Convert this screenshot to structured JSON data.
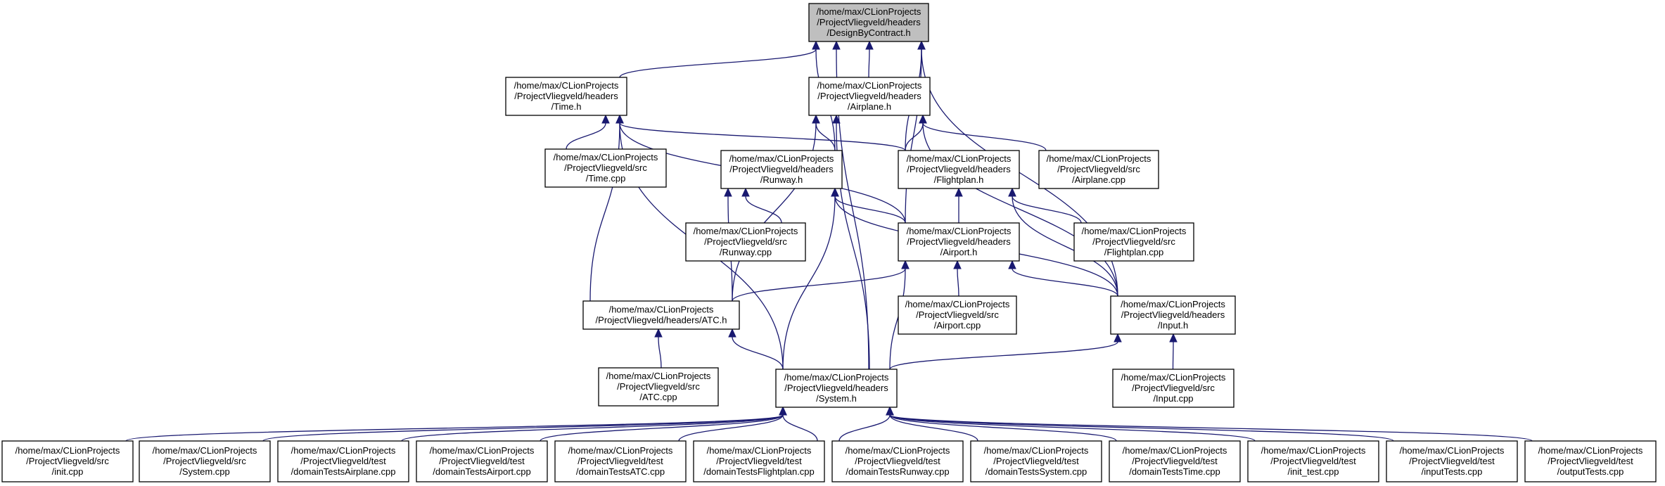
{
  "graph": {
    "edge_color": "#191970",
    "root_fill": "#bfbfbf",
    "node_fill": "#ffffff",
    "nodes": [
      {
        "id": "dbc",
        "lines": [
          "/home/max/CLionProjects",
          "/ProjectVliegveld/headers",
          "/DesignByContract.h"
        ],
        "highlight": true
      },
      {
        "id": "time_h",
        "lines": [
          "/home/max/CLionProjects",
          "/ProjectVliegveld/headers",
          "/Time.h"
        ]
      },
      {
        "id": "airplane_h",
        "lines": [
          "/home/max/CLionProjects",
          "/ProjectVliegveld/headers",
          "/Airplane.h"
        ]
      },
      {
        "id": "time_cpp",
        "lines": [
          "/home/max/CLionProjects",
          "/ProjectVliegveld/src",
          "/Time.cpp"
        ]
      },
      {
        "id": "runway_h",
        "lines": [
          "/home/max/CLionProjects",
          "/ProjectVliegveld/headers",
          "/Runway.h"
        ]
      },
      {
        "id": "flightplan_h",
        "lines": [
          "/home/max/CLionProjects",
          "/ProjectVliegveld/headers",
          "/Flightplan.h"
        ]
      },
      {
        "id": "airplane_cpp",
        "lines": [
          "/home/max/CLionProjects",
          "/ProjectVliegveld/src",
          "/Airplane.cpp"
        ]
      },
      {
        "id": "runway_cpp",
        "lines": [
          "/home/max/CLionProjects",
          "/ProjectVliegveld/src",
          "/Runway.cpp"
        ]
      },
      {
        "id": "airport_h",
        "lines": [
          "/home/max/CLionProjects",
          "/ProjectVliegveld/headers",
          "/Airport.h"
        ]
      },
      {
        "id": "flightplan_cpp",
        "lines": [
          "/home/max/CLionProjects",
          "/ProjectVliegveld/src",
          "/Flightplan.cpp"
        ]
      },
      {
        "id": "atc_h",
        "lines": [
          "/home/max/CLionProjects",
          "/ProjectVliegveld/headers/ATC.h"
        ]
      },
      {
        "id": "airport_cpp",
        "lines": [
          "/home/max/CLionProjects",
          "/ProjectVliegveld/src",
          "/Airport.cpp"
        ]
      },
      {
        "id": "input_h",
        "lines": [
          "/home/max/CLionProjects",
          "/ProjectVliegveld/headers",
          "/Input.h"
        ]
      },
      {
        "id": "atc_cpp",
        "lines": [
          "/home/max/CLionProjects",
          "/ProjectVliegveld/src",
          "/ATC.cpp"
        ]
      },
      {
        "id": "system_h",
        "lines": [
          "/home/max/CLionProjects",
          "/ProjectVliegveld/headers",
          "/System.h"
        ]
      },
      {
        "id": "input_cpp",
        "lines": [
          "/home/max/CLionProjects",
          "/ProjectVliegveld/src",
          "/Input.cpp"
        ]
      },
      {
        "id": "init_cpp",
        "lines": [
          "/home/max/CLionProjects",
          "/ProjectVliegveld/src",
          "/init.cpp"
        ]
      },
      {
        "id": "system_cpp",
        "lines": [
          "/home/max/CLionProjects",
          "/ProjectVliegveld/src",
          "/System.cpp"
        ]
      },
      {
        "id": "dt_airplane",
        "lines": [
          "/home/max/CLionProjects",
          "/ProjectVliegveld/test",
          "/domainTestsAirplane.cpp"
        ]
      },
      {
        "id": "dt_airport",
        "lines": [
          "/home/max/CLionProjects",
          "/ProjectVliegveld/test",
          "/domainTestsAirport.cpp"
        ]
      },
      {
        "id": "dt_atc",
        "lines": [
          "/home/max/CLionProjects",
          "/ProjectVliegveld/test",
          "/domainTestsATC.cpp"
        ]
      },
      {
        "id": "dt_flightplan",
        "lines": [
          "/home/max/CLionProjects",
          "/ProjectVliegveld/test",
          "/domainTestsFlightplan.cpp"
        ]
      },
      {
        "id": "dt_runway",
        "lines": [
          "/home/max/CLionProjects",
          "/ProjectVliegveld/test",
          "/domainTestsRunway.cpp"
        ]
      },
      {
        "id": "dt_system",
        "lines": [
          "/home/max/CLionProjects",
          "/ProjectVliegveld/test",
          "/domainTestsSystem.cpp"
        ]
      },
      {
        "id": "dt_time",
        "lines": [
          "/home/max/CLionProjects",
          "/ProjectVliegveld/test",
          "/domainTestsTime.cpp"
        ]
      },
      {
        "id": "init_test",
        "lines": [
          "/home/max/CLionProjects",
          "/ProjectVliegveld/test",
          "/init_test.cpp"
        ]
      },
      {
        "id": "input_tests",
        "lines": [
          "/home/max/CLionProjects",
          "/ProjectVliegveld/test",
          "/inputTests.cpp"
        ]
      },
      {
        "id": "output_tests",
        "lines": [
          "/home/max/CLionProjects",
          "/ProjectVliegveld/test",
          "/outputTests.cpp"
        ]
      }
    ],
    "edges": [
      {
        "from": "time_h",
        "to": "dbc"
      },
      {
        "from": "airplane_h",
        "to": "dbc"
      },
      {
        "from": "runway_h",
        "to": "dbc"
      },
      {
        "from": "flightplan_h",
        "to": "dbc"
      },
      {
        "from": "airport_h",
        "to": "dbc"
      },
      {
        "from": "input_h",
        "to": "dbc"
      },
      {
        "from": "system_h",
        "to": "dbc"
      },
      {
        "from": "time_cpp",
        "to": "time_h"
      },
      {
        "from": "flightplan_h",
        "to": "time_h"
      },
      {
        "from": "airport_h",
        "to": "time_h"
      },
      {
        "from": "atc_h",
        "to": "time_h"
      },
      {
        "from": "system_h",
        "to": "time_h"
      },
      {
        "from": "runway_h",
        "to": "airplane_h"
      },
      {
        "from": "flightplan_h",
        "to": "airplane_h"
      },
      {
        "from": "airplane_cpp",
        "to": "airplane_h"
      },
      {
        "from": "atc_h",
        "to": "airplane_h"
      },
      {
        "from": "system_h",
        "to": "airplane_h"
      },
      {
        "from": "input_h",
        "to": "airplane_h"
      },
      {
        "from": "runway_cpp",
        "to": "runway_h"
      },
      {
        "from": "airport_h",
        "to": "runway_h"
      },
      {
        "from": "atc_h",
        "to": "runway_h"
      },
      {
        "from": "system_h",
        "to": "runway_h"
      },
      {
        "from": "input_h",
        "to": "runway_h"
      },
      {
        "from": "airport_h",
        "to": "flightplan_h"
      },
      {
        "from": "flightplan_cpp",
        "to": "flightplan_h"
      },
      {
        "from": "input_h",
        "to": "flightplan_h"
      },
      {
        "from": "atc_h",
        "to": "airport_h"
      },
      {
        "from": "airport_cpp",
        "to": "airport_h"
      },
      {
        "from": "input_h",
        "to": "airport_h"
      },
      {
        "from": "system_h",
        "to": "airport_h"
      },
      {
        "from": "atc_cpp",
        "to": "atc_h"
      },
      {
        "from": "system_h",
        "to": "atc_h"
      },
      {
        "from": "system_h",
        "to": "input_h"
      },
      {
        "from": "input_cpp",
        "to": "input_h"
      },
      {
        "from": "init_cpp",
        "to": "system_h"
      },
      {
        "from": "system_cpp",
        "to": "system_h"
      },
      {
        "from": "dt_airplane",
        "to": "system_h"
      },
      {
        "from": "dt_airport",
        "to": "system_h"
      },
      {
        "from": "dt_atc",
        "to": "system_h"
      },
      {
        "from": "dt_flightplan",
        "to": "system_h"
      },
      {
        "from": "dt_runway",
        "to": "system_h"
      },
      {
        "from": "dt_system",
        "to": "system_h"
      },
      {
        "from": "dt_time",
        "to": "system_h"
      },
      {
        "from": "init_test",
        "to": "system_h"
      },
      {
        "from": "input_tests",
        "to": "system_h"
      },
      {
        "from": "output_tests",
        "to": "system_h"
      }
    ]
  }
}
